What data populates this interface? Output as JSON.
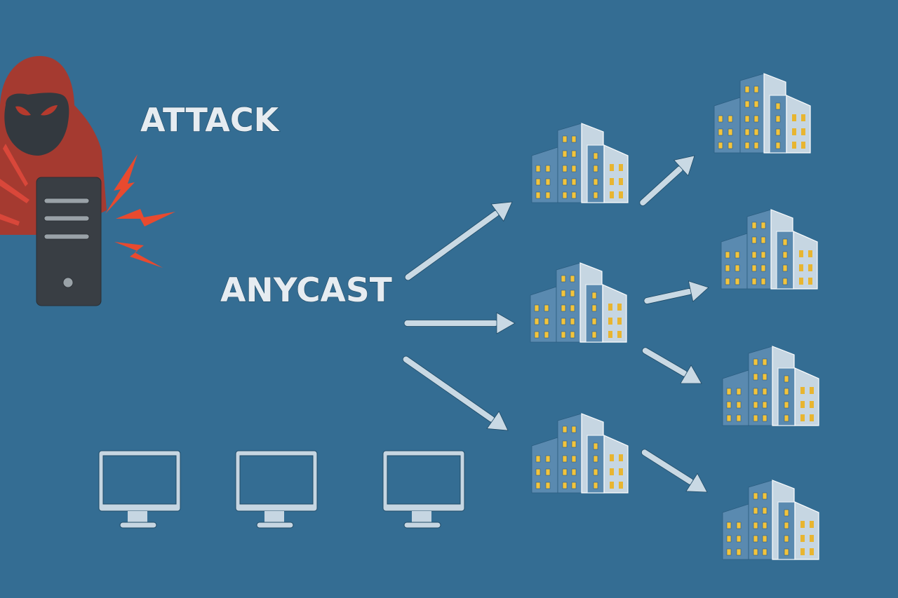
{
  "title": "Anycast DDoS mitigation illustration",
  "labels": {
    "attack": "ATTACK",
    "anycast": "ANYCAST"
  },
  "colors": {
    "background": "#346d93",
    "hood": "#a53a30",
    "mask": "#33393f",
    "eyes": "#b53a2d",
    "server_body": "#393e44",
    "server_slot": "#9aa2a8",
    "lightning": "#e84a2f",
    "arrow": "#c9d9e4",
    "arrow_outline": "#1f4a66",
    "building_dark": "#5a8ab0",
    "building_light": "#c6d6e2",
    "window": "#f3c43c",
    "monitor": "#c6d6e2",
    "text": "#e6ecf1"
  },
  "icons": {
    "attacker": "hooded-hacker-icon",
    "server": "server-tower-icon",
    "lightning": "lightning-bolt-icon",
    "building": "data-center-building-icon",
    "monitor": "computer-monitor-icon",
    "arrow": "arrow-icon"
  },
  "nodes": {
    "edge_datacenters": 3,
    "origin_datacenters": 4,
    "client_monitors": 3
  }
}
